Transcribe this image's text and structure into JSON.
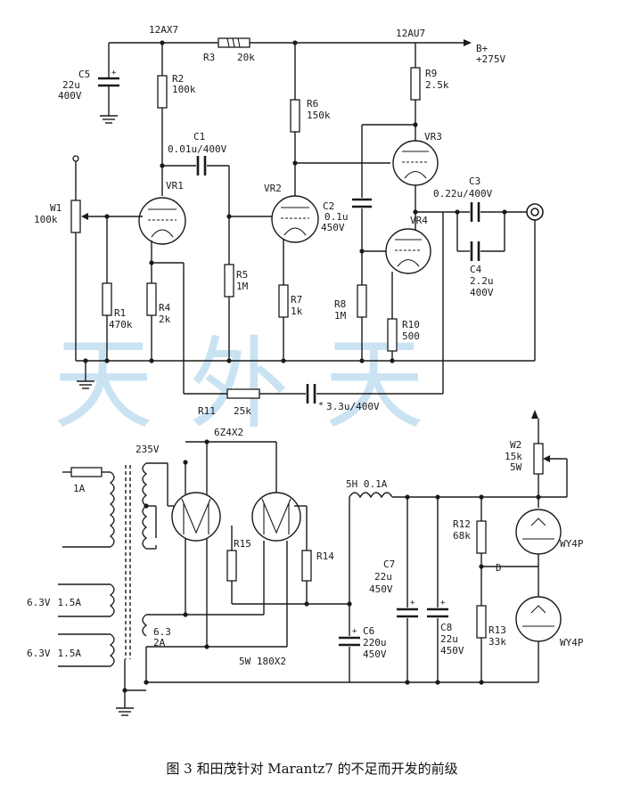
{
  "upper_circuit": {
    "tube_types": {
      "first": "12AX7",
      "second": "12AU7"
    },
    "supply": {
      "label": "B+",
      "voltage": "+275V"
    },
    "tubes": [
      "VR1",
      "VR2",
      "VR3",
      "VR4"
    ],
    "components": {
      "r3": {
        "ref": "R3",
        "value": "20k"
      },
      "c5": {
        "ref": "C5",
        "value": "22u",
        "rating": "400V"
      },
      "r2": {
        "ref": "R2",
        "value": "100k"
      },
      "r6": {
        "ref": "R6",
        "value": "150k"
      },
      "r9": {
        "ref": "R9",
        "value": "2.5k"
      },
      "c1": {
        "ref": "C1",
        "value": "0.01u/400V"
      },
      "w1": {
        "ref": "W1",
        "value": "100k"
      },
      "c2": {
        "ref": "C2",
        "value": "0.1u",
        "rating": "450V"
      },
      "c3": {
        "ref": "C3",
        "value": "0.22u/400V"
      },
      "c4": {
        "ref": "C4",
        "value": "2.2u",
        "rating": "400V"
      },
      "r5": {
        "ref": "R5",
        "value": "1M"
      },
      "r7": {
        "ref": "R7",
        "value": "1k"
      },
      "r8": {
        "ref": "R8",
        "value": "1M"
      },
      "r10": {
        "ref": "R10",
        "value": "500"
      },
      "r1": {
        "ref": "R1",
        "value": "470k"
      },
      "r4": {
        "ref": "R4",
        "value": "2k"
      },
      "r11": {
        "ref": "R11",
        "value": "25k"
      },
      "c_fb": {
        "value": "3.3u/400V"
      }
    }
  },
  "lower_circuit": {
    "fuse": "1A",
    "hv_winding": "235V",
    "rectifier": "6Z4X2",
    "windings": [
      {
        "voltage": "6.3V",
        "current": "1.5A"
      },
      {
        "voltage": "6.3V",
        "current": "1.5A"
      }
    ],
    "rect_heater": {
      "voltage": "6.3",
      "current": "2A"
    },
    "r15": "R15",
    "r14": "R14",
    "resistor_spec": "5W 180X2",
    "choke": "5H 0.1A",
    "c6": {
      "ref": "C6",
      "value": "220u",
      "rating": "450V"
    },
    "c7": {
      "ref": "C7",
      "value": "22u",
      "rating": "450V"
    },
    "c8": {
      "ref": "C8",
      "value": "22u",
      "rating": "450V"
    },
    "r12": {
      "ref": "R12",
      "value": "68k"
    },
    "r13": {
      "ref": "R13",
      "value": "33k"
    },
    "node_d": "D",
    "w2": {
      "ref": "W2",
      "value": "15k",
      "rating": "5W"
    },
    "regulators": [
      "WY4P",
      "WY4P"
    ]
  },
  "watermark": "天外天",
  "caption": "图 3  和田茂针对 Marantz7 的不足而开发的前级"
}
